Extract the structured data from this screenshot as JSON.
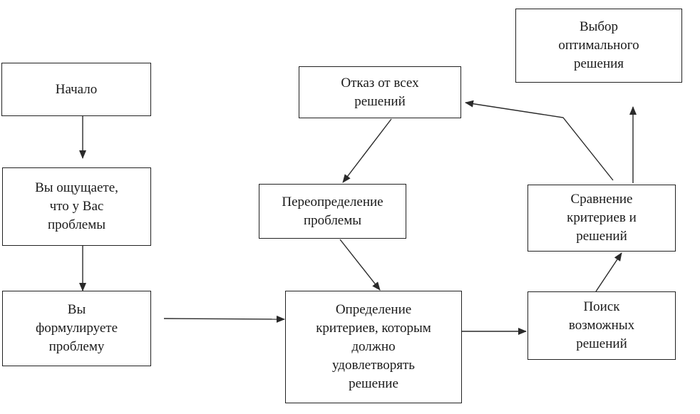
{
  "nodes": {
    "start": {
      "label": "Начало"
    },
    "feel_problem": {
      "label": "Вы ощущаете,\nчто у Вас\nпроблемы"
    },
    "formulate": {
      "label": "Вы\nформулируете\nпроблему"
    },
    "define_criteria": {
      "label": "Определение\nкритериев, которым\nдолжно\nудовлетворять\nрешение"
    },
    "search_solutions": {
      "label": "Поиск\nвозможных\nрешений"
    },
    "compare": {
      "label": "Сравнение\nкритериев и\nрешений"
    },
    "choose_optimal": {
      "label": "Выбор\nоптимального\nрешения"
    },
    "reject_all": {
      "label": "Отказ от всех\nрешений"
    },
    "redefine": {
      "label": "Переопределение\nпроблемы"
    }
  },
  "edges": [
    {
      "from": "start",
      "to": "feel_problem"
    },
    {
      "from": "feel_problem",
      "to": "formulate"
    },
    {
      "from": "formulate",
      "to": "define_criteria"
    },
    {
      "from": "define_criteria",
      "to": "search_solutions"
    },
    {
      "from": "search_solutions",
      "to": "compare"
    },
    {
      "from": "compare",
      "to": "choose_optimal"
    },
    {
      "from": "compare",
      "to": "reject_all"
    },
    {
      "from": "reject_all",
      "to": "redefine"
    },
    {
      "from": "redefine",
      "to": "define_criteria"
    }
  ]
}
